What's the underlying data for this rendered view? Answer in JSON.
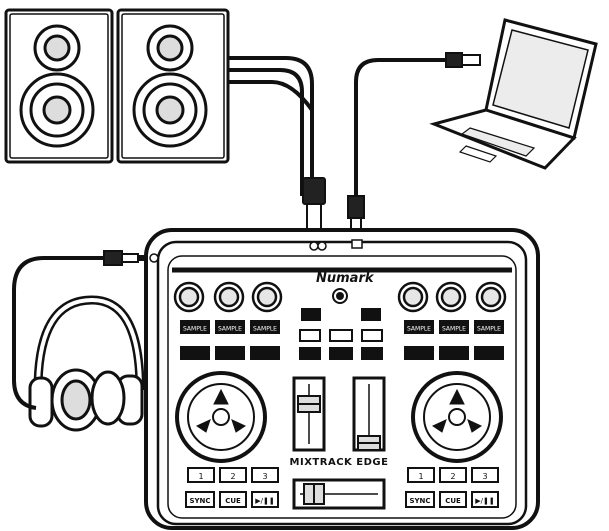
{
  "controller": {
    "brand": "Numark",
    "model": "MIXTRACK EDGE",
    "deck_left": {
      "pads_row1": [
        "SAMPLE",
        "SAMPLE",
        "SAMPLE"
      ],
      "pads_row2": [
        "",
        "",
        ""
      ],
      "hotcues": [
        "1",
        "2",
        "3"
      ],
      "sync": "SYNC",
      "cue": "CUE",
      "play": "▶/❚❚"
    },
    "deck_right": {
      "pads_row1": [
        "SAMPLE",
        "SAMPLE",
        "SAMPLE"
      ],
      "pads_row2": [
        "",
        "",
        ""
      ],
      "hotcues": [
        "1",
        "2",
        "3"
      ],
      "sync": "SYNC",
      "cue": "CUE",
      "play": "▶/❚❚"
    },
    "center_buttons": [
      "",
      "",
      "",
      "",
      "",
      ""
    ]
  },
  "colors": {
    "line": "#111111",
    "fill": "#ffffff",
    "shade": "#d8d8d8"
  },
  "icons": [
    "speaker-left-icon",
    "speaker-right-icon",
    "laptop-icon",
    "headphones-icon",
    "usb-plug-icon",
    "rca-plug-icon",
    "headphone-jack-icon"
  ]
}
